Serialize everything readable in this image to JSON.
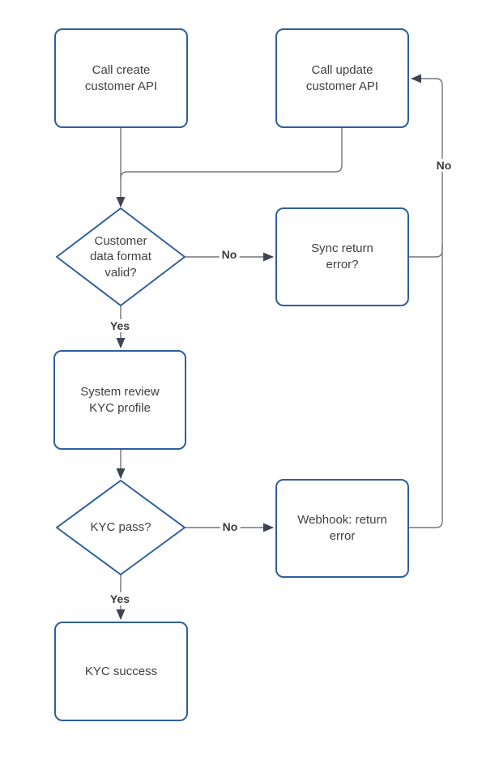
{
  "diagram": {
    "type": "flowchart",
    "nodes": {
      "create": {
        "label": "Call create\ncustomer API",
        "shape": "rounded-rectangle"
      },
      "update": {
        "label": "Call update\ncustomer API",
        "shape": "rounded-rectangle"
      },
      "decision_format": {
        "label": "Customer\ndata format\nvalid?",
        "shape": "diamond"
      },
      "sync_error": {
        "label": "Sync return\nerror?",
        "shape": "rounded-rectangle"
      },
      "review": {
        "label": "System review\nKYC profile",
        "shape": "rounded-rectangle"
      },
      "decision_kyc": {
        "label": "KYC pass?",
        "shape": "diamond"
      },
      "webhook_error": {
        "label": "Webhook: return\nerror",
        "shape": "rounded-rectangle"
      },
      "success": {
        "label": "KYC success",
        "shape": "rounded-rectangle"
      }
    },
    "edges": [
      {
        "from": "create",
        "to": "decision_format",
        "label": ""
      },
      {
        "from": "update",
        "to": "decision_format",
        "label": ""
      },
      {
        "from": "decision_format",
        "to": "sync_error",
        "label": "No"
      },
      {
        "from": "decision_format",
        "to": "review",
        "label": "Yes"
      },
      {
        "from": "review",
        "to": "decision_kyc",
        "label": ""
      },
      {
        "from": "decision_kyc",
        "to": "webhook_error",
        "label": "No"
      },
      {
        "from": "decision_kyc",
        "to": "success",
        "label": "Yes"
      },
      {
        "from": "sync_error",
        "to": "update",
        "label": "No"
      },
      {
        "from": "webhook_error",
        "to": "update",
        "label": "No"
      }
    ],
    "colors": {
      "node_border": "#2f5e9e",
      "node_fill": "#ffffff",
      "edge_line": "#717579",
      "arrowhead": "#3e4450",
      "node_text": "#3f3f3f",
      "edge_label_text": "#3c3c3c",
      "background": "#ffffff"
    }
  }
}
